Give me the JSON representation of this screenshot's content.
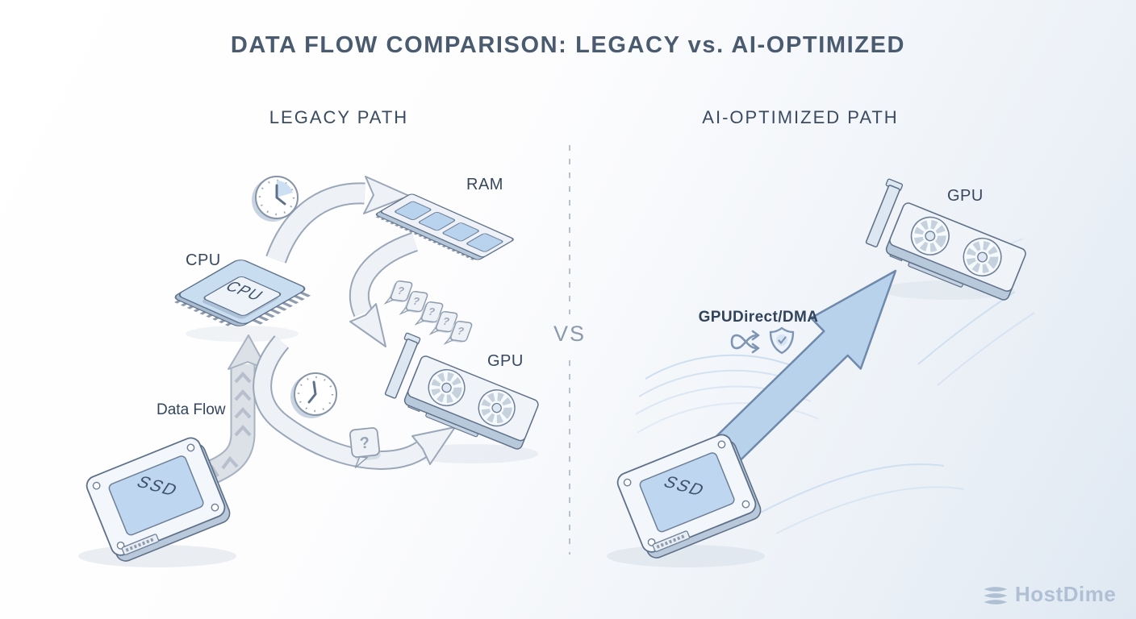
{
  "title": "DATA FLOW COMPARISON: LEGACY vs. AI-OPTIMIZED",
  "divider": {
    "vs": "VS"
  },
  "legacy": {
    "heading": "LEGACY PATH",
    "cpu_label": "CPU",
    "cpu_chip_text": "CPU",
    "ram_label": "RAM",
    "gpu_label": "GPU",
    "ssd_text": "SSD",
    "data_flow_label": "Data Flow",
    "question_mark": "?"
  },
  "optimized": {
    "heading": "AI-OPTIMIZED PATH",
    "gpu_label": "GPU",
    "ssd_text": "SSD",
    "tech_label": "GPUDirect/DMA"
  },
  "brand": {
    "name": "HostDime"
  },
  "colors": {
    "heading_text": "#42536a",
    "label_text": "#37485e",
    "vs_text": "#8b9aac",
    "accent_blue": "#b9d2ec",
    "component_blue": "#bed6ef",
    "outline": "#5f7189",
    "legacy_arrow_fill": "#eef2f7",
    "legacy_arrow_stroke": "#9aa7b8",
    "brand_color": "#b0c0d4"
  }
}
